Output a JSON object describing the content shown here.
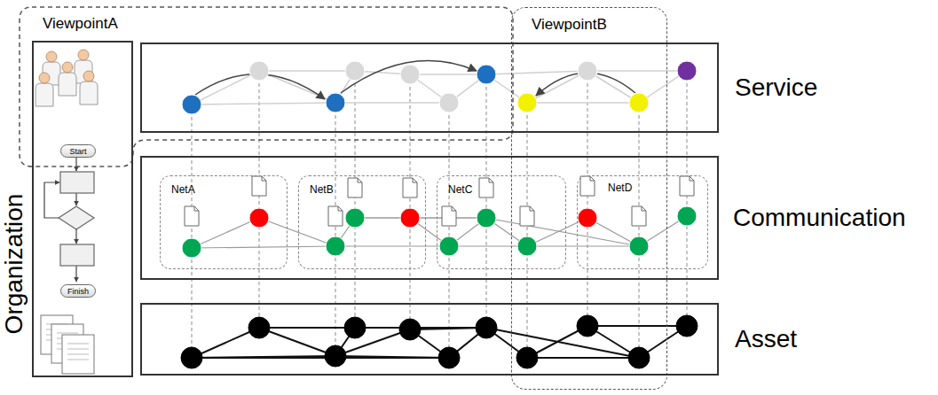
{
  "diagram": {
    "nodes": [
      {
        "text": [
          "ViewpointA"
        ]
      },
      {
        "text": [
          "ViewpointB"
        ]
      },
      {
        "text": [
          "Organization"
        ]
      },
      {
        "text": [
          "Start"
        ],
        "in": 2
      },
      {
        "text": [
          "Finish"
        ],
        "in": 2
      },
      {
        "text": [
          "Service"
        ]
      },
      {
        "text": [
          "Communication"
        ]
      },
      {
        "text": [
          "NetA"
        ],
        "in": 6
      },
      {
        "text": [
          "NetB"
        ],
        "in": 6
      },
      {
        "text": [
          "NetC"
        ],
        "in": 6
      },
      {
        "text": [
          "NetD"
        ],
        "in": 6
      },
      {
        "text": [
          "Asset"
        ]
      }
    ]
  }
}
